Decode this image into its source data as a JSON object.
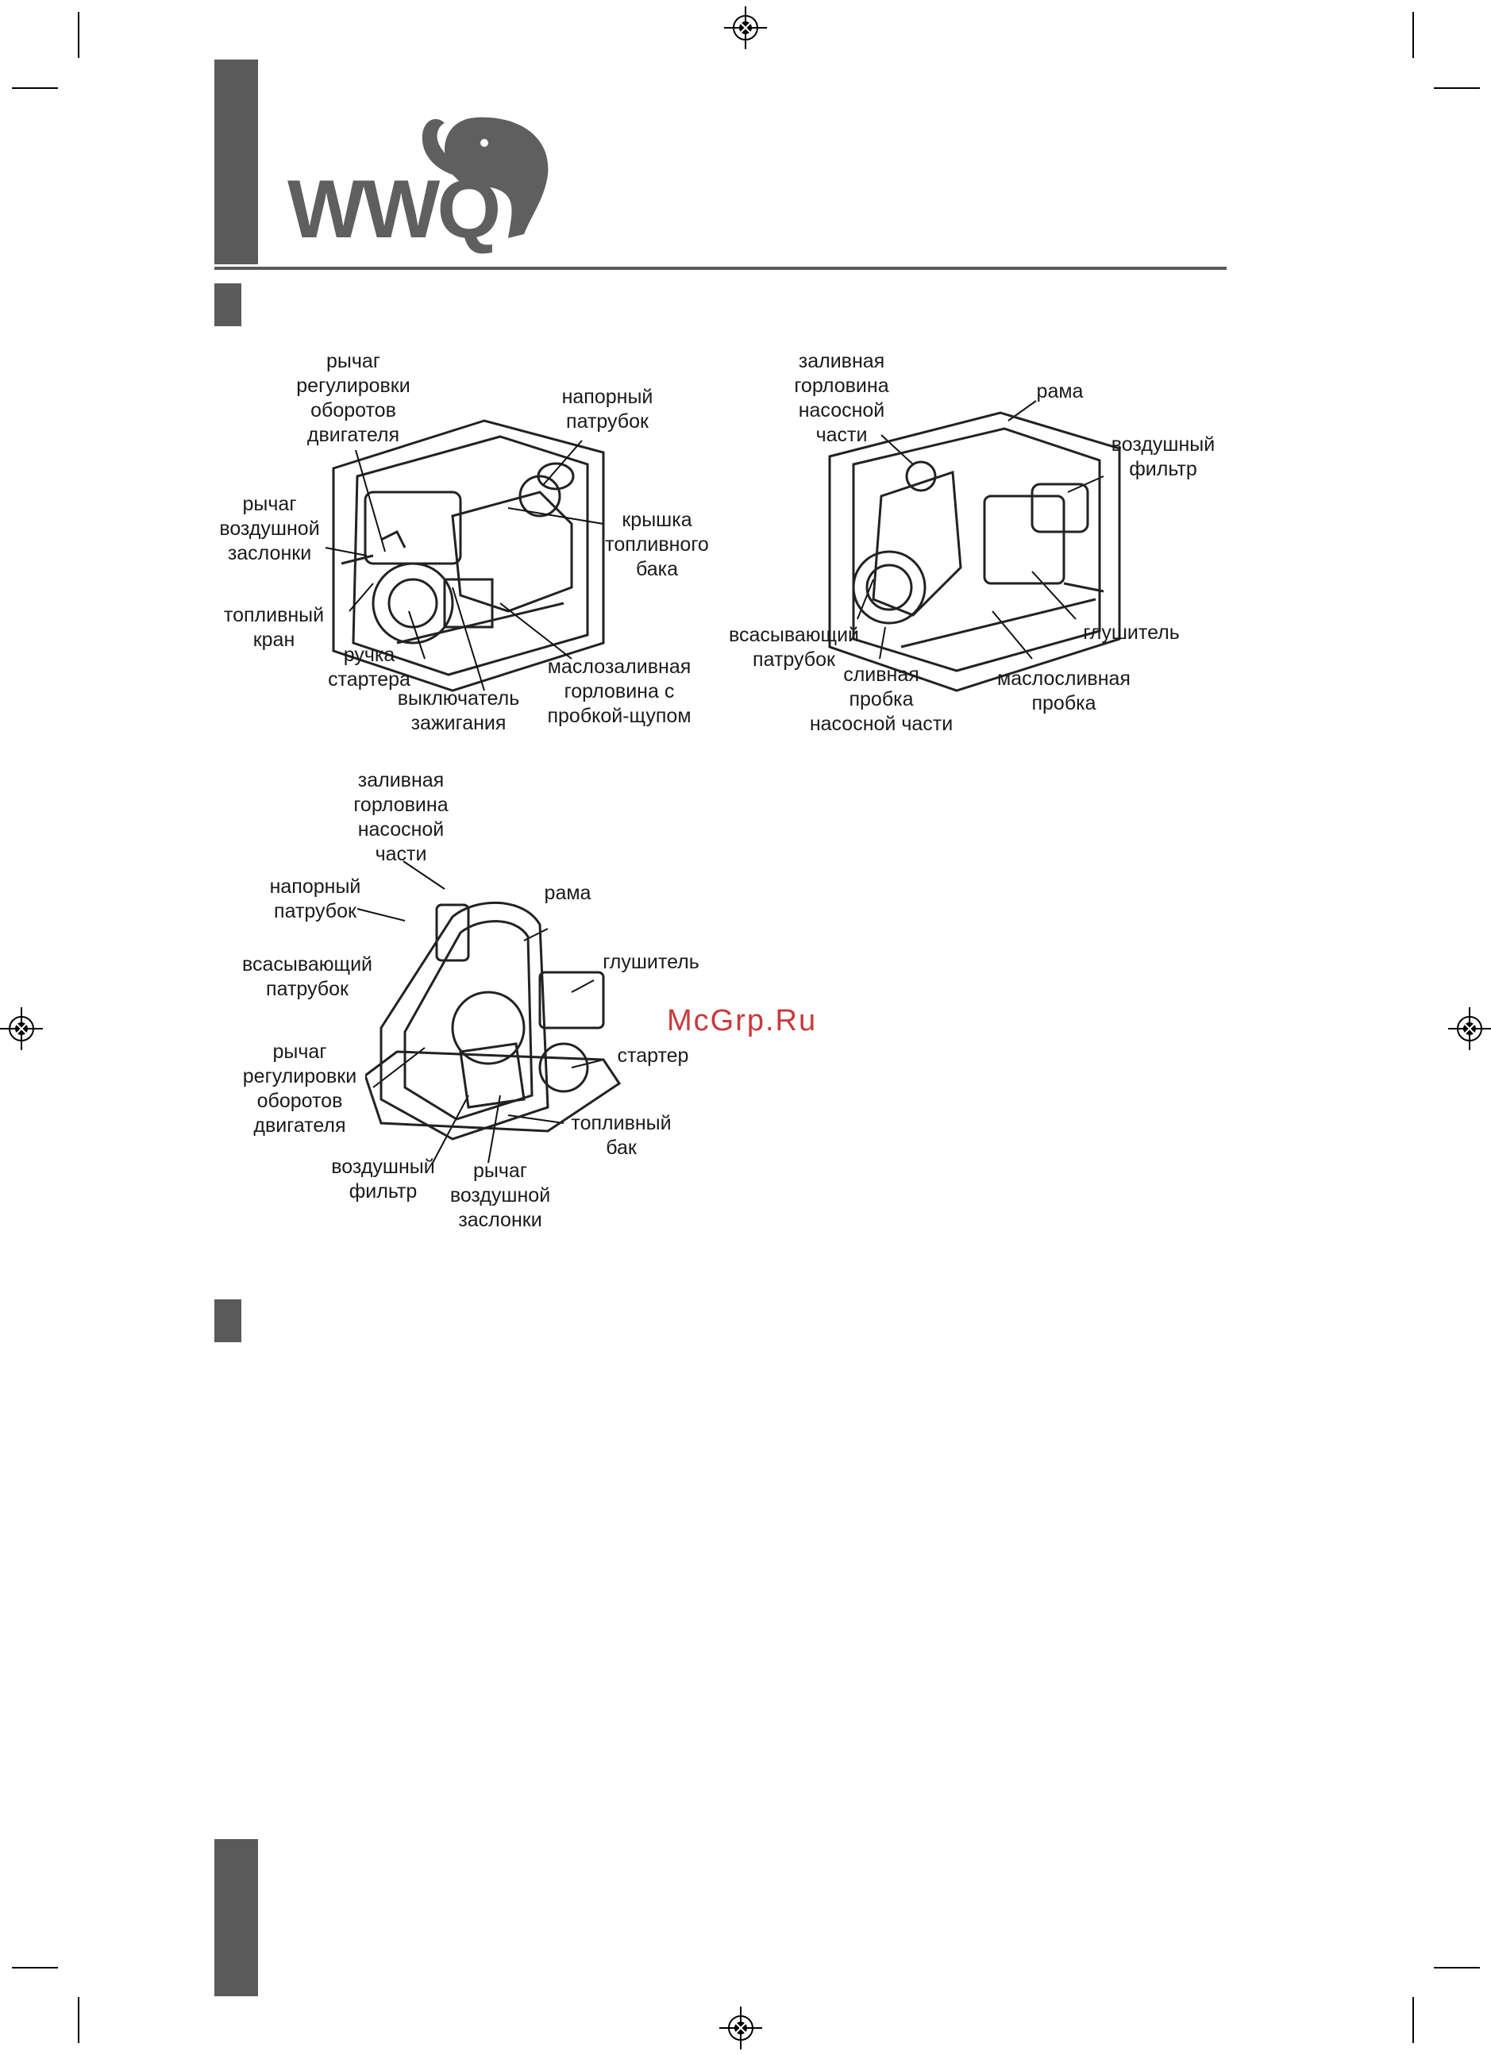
{
  "brand": {
    "logo_text": "WWQ"
  },
  "watermark": "McGrp.Ru",
  "figure1_labels": {
    "throttle_lever": "рычаг\nрегулировки\nоборотов\nдвигателя",
    "discharge_port": "напорный\nпатрубок",
    "choke_lever": "рычаг\nвоздушной\nзаслонки",
    "fuel_tank_cap": "крышка\nтопливного\nбака",
    "fuel_valve": "топливный\nкран",
    "starter_handle": "ручка\nстартера",
    "ignition_switch": "выключатель\nзажигания",
    "oil_filler": "маслозаливная\nгорловина с\nпробкой-щупом"
  },
  "figure2_labels": {
    "pump_filler": "заливная\nгорловина\nнасосной\nчасти",
    "frame": "рама",
    "air_filter": "воздушный\nфильтр",
    "suction_port": "всасывающий\nпатрубок",
    "muffler": "глушитель",
    "pump_drain": "сливная\nпробка\nнасосной части",
    "oil_drain": "маслосливная\nпробка"
  },
  "figure3_labels": {
    "pump_filler": "заливная\nгорловина\nнасосной\nчасти",
    "discharge_port": "напорный\nпатрубок",
    "frame": "рама",
    "suction_port": "всасывающий\nпатрубок",
    "muffler": "глушитель",
    "throttle_lever": "рычаг\nрегулировки\nоборотов\nдвигателя",
    "starter": "стартер",
    "fuel_tank": "топливный\nбак",
    "air_filter": "воздушный\nфильтр",
    "choke_lever": "рычаг\nвоздушной\nзаслонки"
  },
  "colors": {
    "sidebar": "#5a5a5a",
    "watermark": "#c9393a",
    "logo": "#5f5f5f"
  }
}
